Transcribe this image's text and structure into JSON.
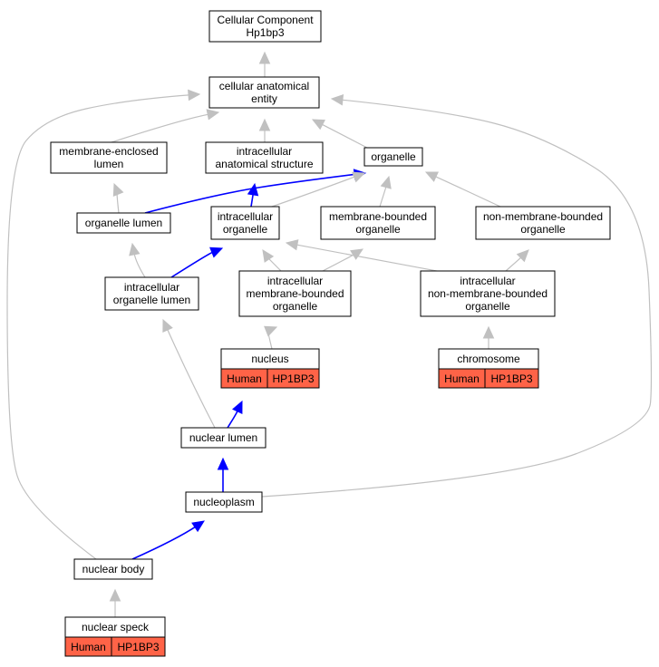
{
  "colors": {
    "grey_edge": "#c0c0c0",
    "blue_edge": "#0000ff",
    "annotation_fill": "#ff6347",
    "node_fill": "#ffffff",
    "node_stroke": "#000000"
  },
  "nodes": {
    "cc_root": [
      "Cellular Component",
      "Hp1bp3"
    ],
    "cellular_anatomical_entity": [
      "cellular anatomical",
      "entity"
    ],
    "membrane_enclosed_lumen": [
      "membrane-enclosed",
      "lumen"
    ],
    "intracellular_anatomical_structure": [
      "intracellular",
      "anatomical structure"
    ],
    "organelle": [
      "organelle"
    ],
    "organelle_lumen": [
      "organelle lumen"
    ],
    "intracellular_organelle": [
      "intracellular",
      "organelle"
    ],
    "membrane_bounded_organelle": [
      "membrane-bounded",
      "organelle"
    ],
    "non_membrane_bounded_organelle": [
      "non-membrane-bounded",
      "organelle"
    ],
    "intracellular_organelle_lumen": [
      "intracellular",
      "organelle lumen"
    ],
    "intracellular_membrane_bounded_organelle": [
      "intracellular",
      "membrane-bounded",
      "organelle"
    ],
    "intracellular_non_membrane_bounded_organelle": [
      "intracellular",
      "non-membrane-bounded",
      "organelle"
    ],
    "nucleus": [
      "nucleus"
    ],
    "chromosome": [
      "chromosome"
    ],
    "nuclear_lumen": [
      "nuclear lumen"
    ],
    "nucleoplasm": [
      "nucleoplasm"
    ],
    "nuclear_body": [
      "nuclear body"
    ],
    "nuclear_speck": [
      "nuclear speck"
    ]
  },
  "annotations": {
    "nucleus": [
      "Human",
      "HP1BP3"
    ],
    "chromosome": [
      "Human",
      "HP1BP3"
    ],
    "nuclear_speck": [
      "Human",
      "HP1BP3"
    ]
  },
  "edges": [
    {
      "from": "cellular_anatomical_entity",
      "to": "cc_root",
      "color": "grey"
    },
    {
      "from": "membrane_enclosed_lumen",
      "to": "cellular_anatomical_entity",
      "color": "grey"
    },
    {
      "from": "intracellular_anatomical_structure",
      "to": "cellular_anatomical_entity",
      "color": "grey"
    },
    {
      "from": "organelle",
      "to": "cellular_anatomical_entity",
      "color": "grey"
    },
    {
      "from": "organelle_lumen",
      "to": "membrane_enclosed_lumen",
      "color": "grey"
    },
    {
      "from": "organelle_lumen",
      "to": "organelle",
      "color": "blue"
    },
    {
      "from": "intracellular_organelle",
      "to": "intracellular_anatomical_structure",
      "color": "blue"
    },
    {
      "from": "intracellular_organelle",
      "to": "organelle",
      "color": "grey"
    },
    {
      "from": "membrane_bounded_organelle",
      "to": "organelle",
      "color": "grey"
    },
    {
      "from": "non_membrane_bounded_organelle",
      "to": "organelle",
      "color": "grey"
    },
    {
      "from": "intracellular_organelle_lumen",
      "to": "organelle_lumen",
      "color": "grey"
    },
    {
      "from": "intracellular_organelle_lumen",
      "to": "intracellular_organelle",
      "color": "blue"
    },
    {
      "from": "intracellular_membrane_bounded_organelle",
      "to": "intracellular_organelle",
      "color": "grey"
    },
    {
      "from": "intracellular_membrane_bounded_organelle",
      "to": "membrane_bounded_organelle",
      "color": "grey"
    },
    {
      "from": "intracellular_non_membrane_bounded_organelle",
      "to": "intracellular_organelle",
      "color": "grey"
    },
    {
      "from": "intracellular_non_membrane_bounded_organelle",
      "to": "non_membrane_bounded_organelle",
      "color": "grey"
    },
    {
      "from": "nucleus",
      "to": "intracellular_membrane_bounded_organelle",
      "color": "grey"
    },
    {
      "from": "chromosome",
      "to": "intracellular_non_membrane_bounded_organelle",
      "color": "grey"
    },
    {
      "from": "nuclear_lumen",
      "to": "nucleus",
      "color": "blue"
    },
    {
      "from": "nuclear_lumen",
      "to": "intracellular_organelle_lumen",
      "color": "grey"
    },
    {
      "from": "nucleoplasm",
      "to": "nuclear_lumen",
      "color": "blue"
    },
    {
      "from": "nucleoplasm",
      "to": "cellular_anatomical_entity",
      "color": "grey"
    },
    {
      "from": "nuclear_body",
      "to": "nucleoplasm",
      "color": "blue"
    },
    {
      "from": "nuclear_body",
      "to": "cellular_anatomical_entity",
      "color": "grey"
    },
    {
      "from": "nuclear_speck",
      "to": "nuclear_body",
      "color": "grey"
    }
  ]
}
